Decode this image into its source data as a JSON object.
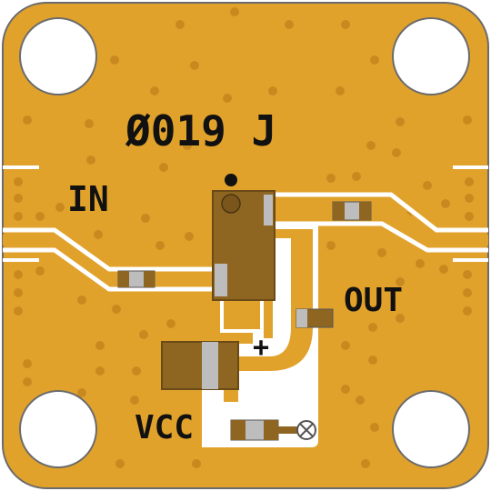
{
  "colors": {
    "substrate": "#e1a22c",
    "via": "#c88a1e",
    "trace": "#ffffff",
    "outline": "#6b6b6b",
    "component_body": "#8e6622",
    "component_edge": "#6a4a16",
    "component_pad": "#bdbdbd",
    "silkscreen": "#111111"
  },
  "labels": {
    "part_marking": "Ø019 J",
    "input": "IN",
    "output": "OUT",
    "supply": "VCC",
    "polarity": "+"
  }
}
